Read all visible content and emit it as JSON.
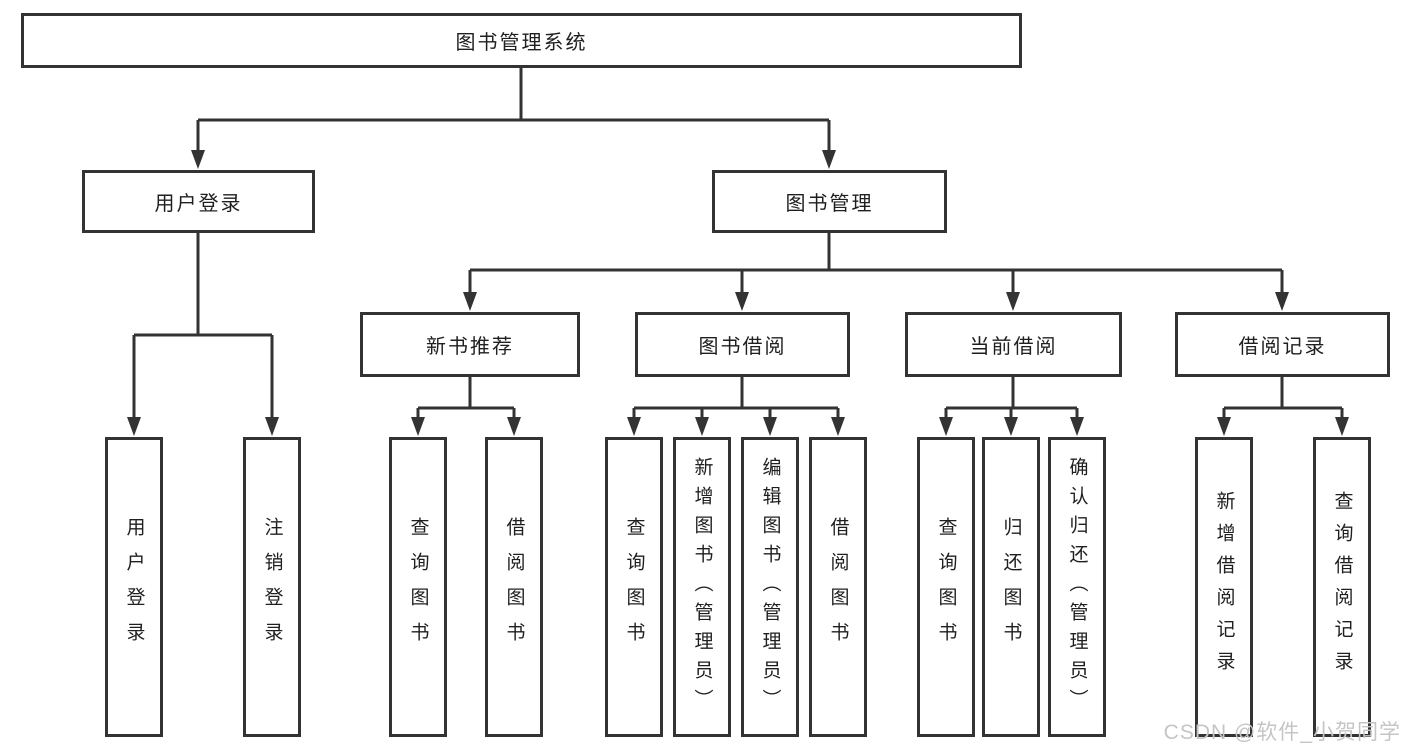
{
  "diagram": {
    "root": {
      "label": "图书管理系统"
    },
    "level2": [
      {
        "label": "用户登录"
      },
      {
        "label": "图书管理"
      }
    ],
    "level3": [
      {
        "label": "新书推荐"
      },
      {
        "label": "图书借阅"
      },
      {
        "label": "当前借阅"
      },
      {
        "label": "借阅记录"
      }
    ],
    "leaves": [
      {
        "label": "用户登录"
      },
      {
        "label": "注销登录"
      },
      {
        "label": "查询图书"
      },
      {
        "label": "借阅图书"
      },
      {
        "label": "查询图书"
      },
      {
        "label": "新增图书（管理员）"
      },
      {
        "label": "编辑图书（管理员）"
      },
      {
        "label": "借阅图书"
      },
      {
        "label": "查询图书"
      },
      {
        "label": "归还图书"
      },
      {
        "label": "确认归还（管理员）"
      },
      {
        "label": "新增借阅记录"
      },
      {
        "label": "查询借阅记录"
      }
    ],
    "colors": {
      "line": "#333333",
      "box_background": "#ffffff",
      "text": "#1f1f1f",
      "watermark": "#c5c5c5"
    },
    "watermark": "CSDN @软件_小贺同学"
  }
}
